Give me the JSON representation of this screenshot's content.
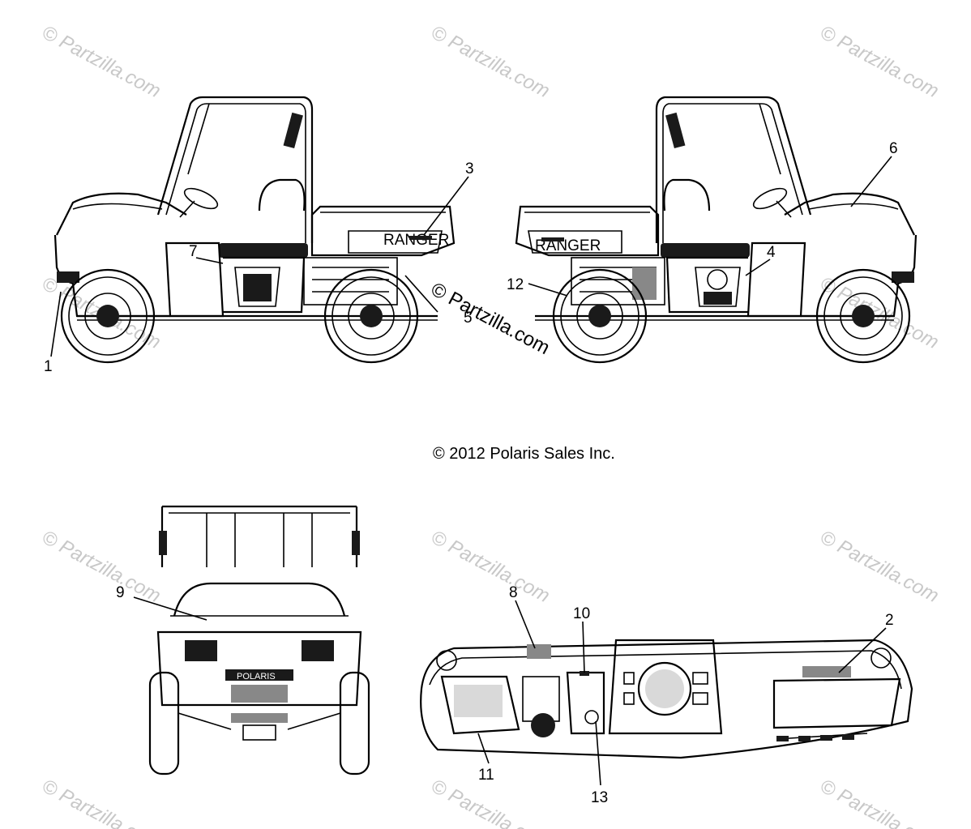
{
  "copyright": "© 2012 Polaris Sales Inc.",
  "watermark_text": "© Partzilla.com",
  "decal_texts": {
    "ranger_left": "RANGER",
    "ranger_right": "RANGER",
    "polaris_front": "POLARIS"
  },
  "callouts": [
    {
      "id": "1",
      "label": "1"
    },
    {
      "id": "2",
      "label": "2"
    },
    {
      "id": "3",
      "label": "3"
    },
    {
      "id": "4",
      "label": "4"
    },
    {
      "id": "5",
      "label": "5"
    },
    {
      "id": "6",
      "label": "6"
    },
    {
      "id": "7",
      "label": "7"
    },
    {
      "id": "8",
      "label": "8"
    },
    {
      "id": "9",
      "label": "9"
    },
    {
      "id": "10",
      "label": "10"
    },
    {
      "id": "11",
      "label": "11"
    },
    {
      "id": "12",
      "label": "12"
    },
    {
      "id": "13",
      "label": "13"
    }
  ]
}
